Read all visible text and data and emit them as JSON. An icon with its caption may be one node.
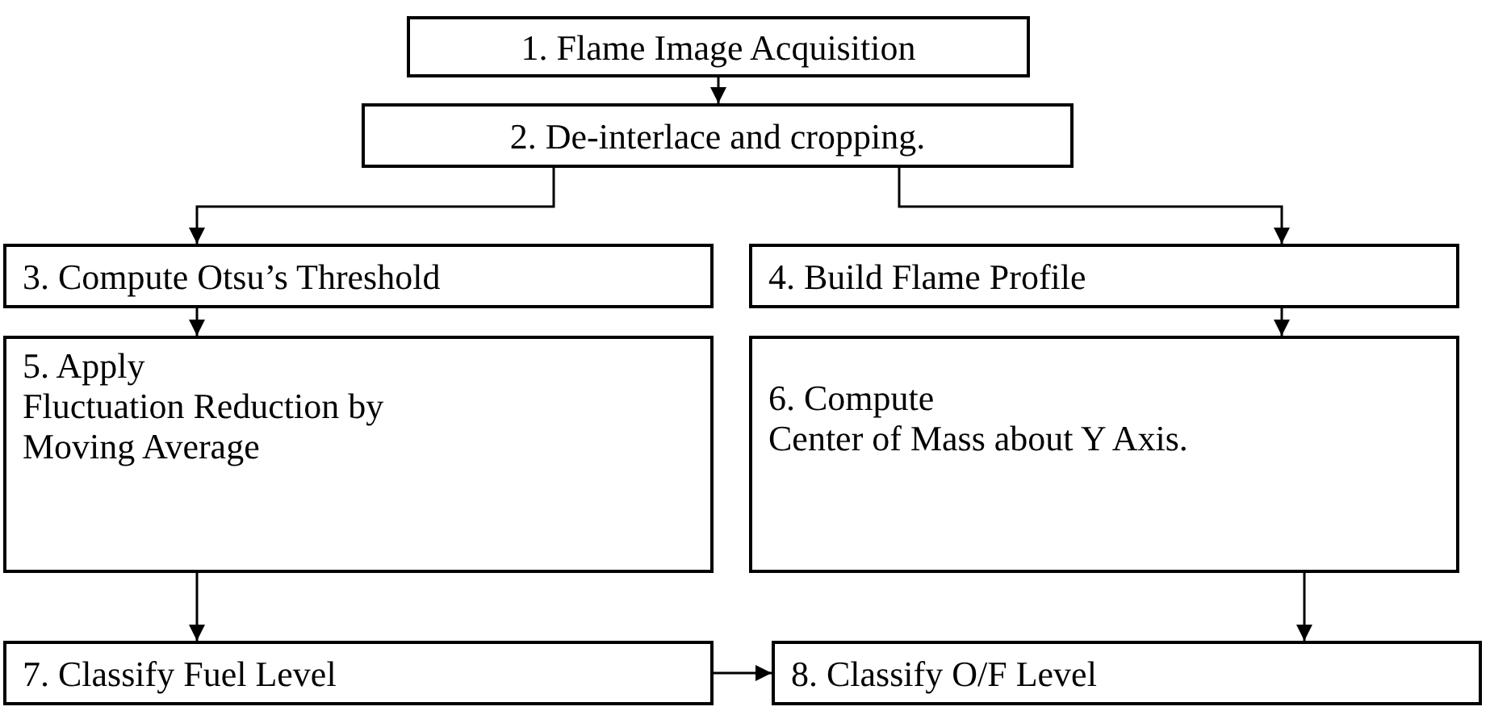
{
  "diagram": {
    "nodes": [
      {
        "text": [
          "1. Flame Image Acquisition"
        ]
      },
      {
        "text": [
          "2. De-interlace and cropping."
        ]
      },
      {
        "text": [
          "3. Compute Otsu’s Threshold"
        ]
      },
      {
        "text": [
          "4. Build Flame Profile"
        ]
      },
      {
        "text": [
          "5. Apply",
          "Fluctuation Reduction by Moving Average"
        ]
      },
      {
        "text": [
          "6. Compute",
          "Center of Mass about Y Axis."
        ]
      },
      {
        "text": [
          "7. Classify Fuel Level"
        ]
      },
      {
        "text": [
          "8. Classify O/F Level"
        ]
      }
    ],
    "edges": [
      {
        "from": 0,
        "to": 1,
        "arrow": "to"
      },
      {
        "from": 1,
        "to": 2,
        "arrow": "to"
      },
      {
        "from": 1,
        "to": 3,
        "arrow": "to"
      },
      {
        "from": 2,
        "to": 4,
        "arrow": "to"
      },
      {
        "from": 3,
        "to": 5,
        "arrow": "to"
      },
      {
        "from": 4,
        "to": 6,
        "arrow": "to"
      },
      {
        "from": 5,
        "to": 7,
        "arrow": "to"
      },
      {
        "from": 6,
        "to": 7,
        "arrow": "to"
      }
    ]
  }
}
